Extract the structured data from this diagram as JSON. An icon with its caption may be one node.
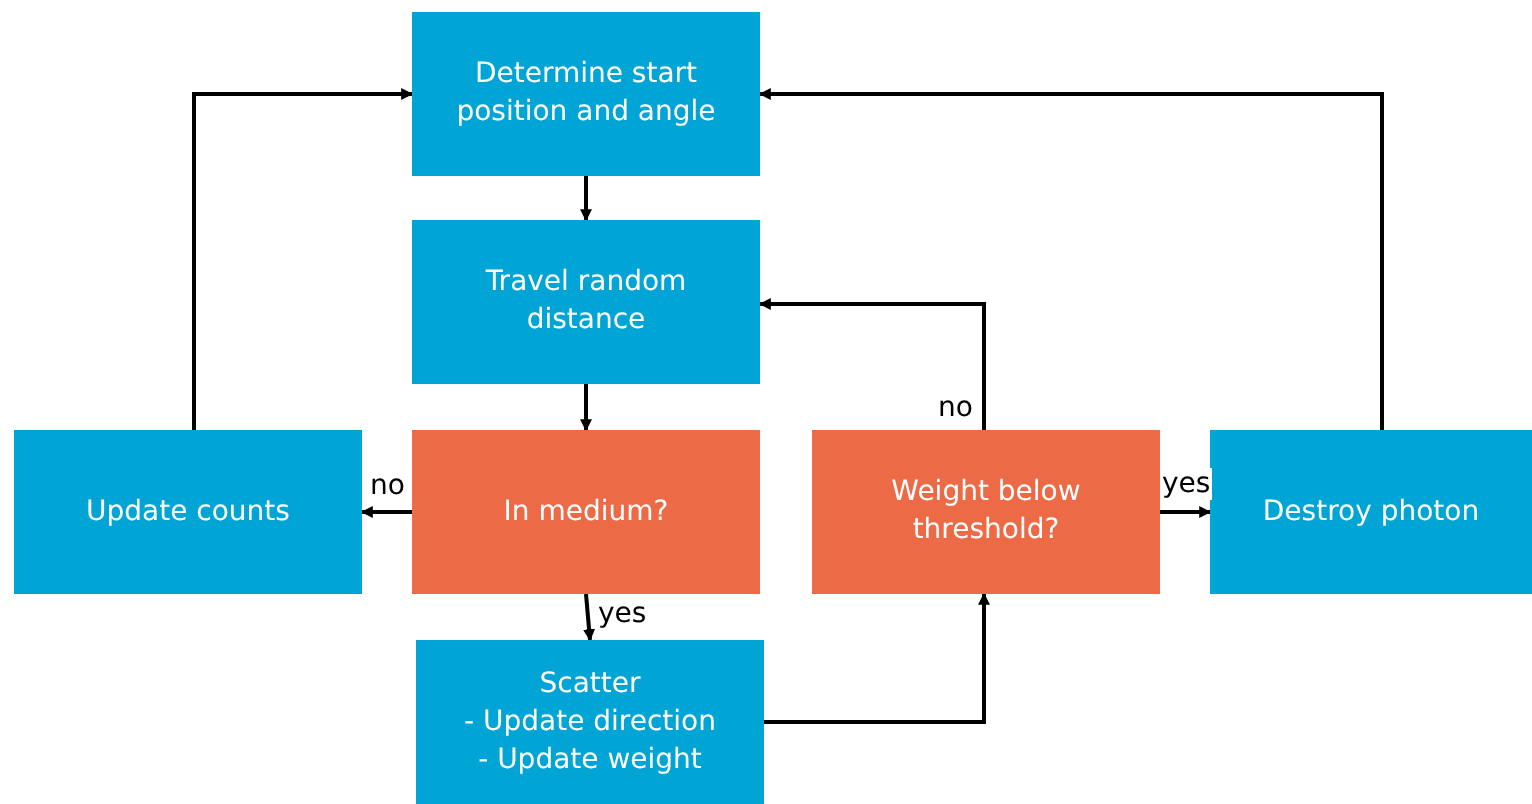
{
  "diagram": {
    "nodes": [
      {
        "text": [
          "Determine start position and angle"
        ]
      },
      {
        "text": [
          "Travel random distance"
        ]
      },
      {
        "text": [
          "In medium?"
        ]
      },
      {
        "text": [
          "Update counts"
        ]
      },
      {
        "text": [
          "Weight below threshold?"
        ]
      },
      {
        "text": [
          "Destroy photon"
        ]
      },
      {
        "text": [
          "Scatter",
          "- Update direction",
          "- Update weight"
        ]
      }
    ],
    "edges": [
      {
        "from": 0,
        "to": 1,
        "arrow": "to"
      },
      {
        "from": 1,
        "to": 2,
        "arrow": "to"
      },
      {
        "from": 2,
        "to": 3,
        "arrow": "to",
        "label": "no"
      },
      {
        "from": 2,
        "to": 6,
        "arrow": "to",
        "label": "yes"
      },
      {
        "from": 6,
        "to": 4,
        "arrow": "to"
      },
      {
        "from": 4,
        "to": 1,
        "arrow": "to",
        "label": "no"
      },
      {
        "from": 4,
        "to": 5,
        "arrow": "to",
        "label": "yes"
      },
      {
        "from": 3,
        "to": 0,
        "arrow": "to"
      },
      {
        "from": 5,
        "to": 0,
        "arrow": "to"
      }
    ]
  }
}
